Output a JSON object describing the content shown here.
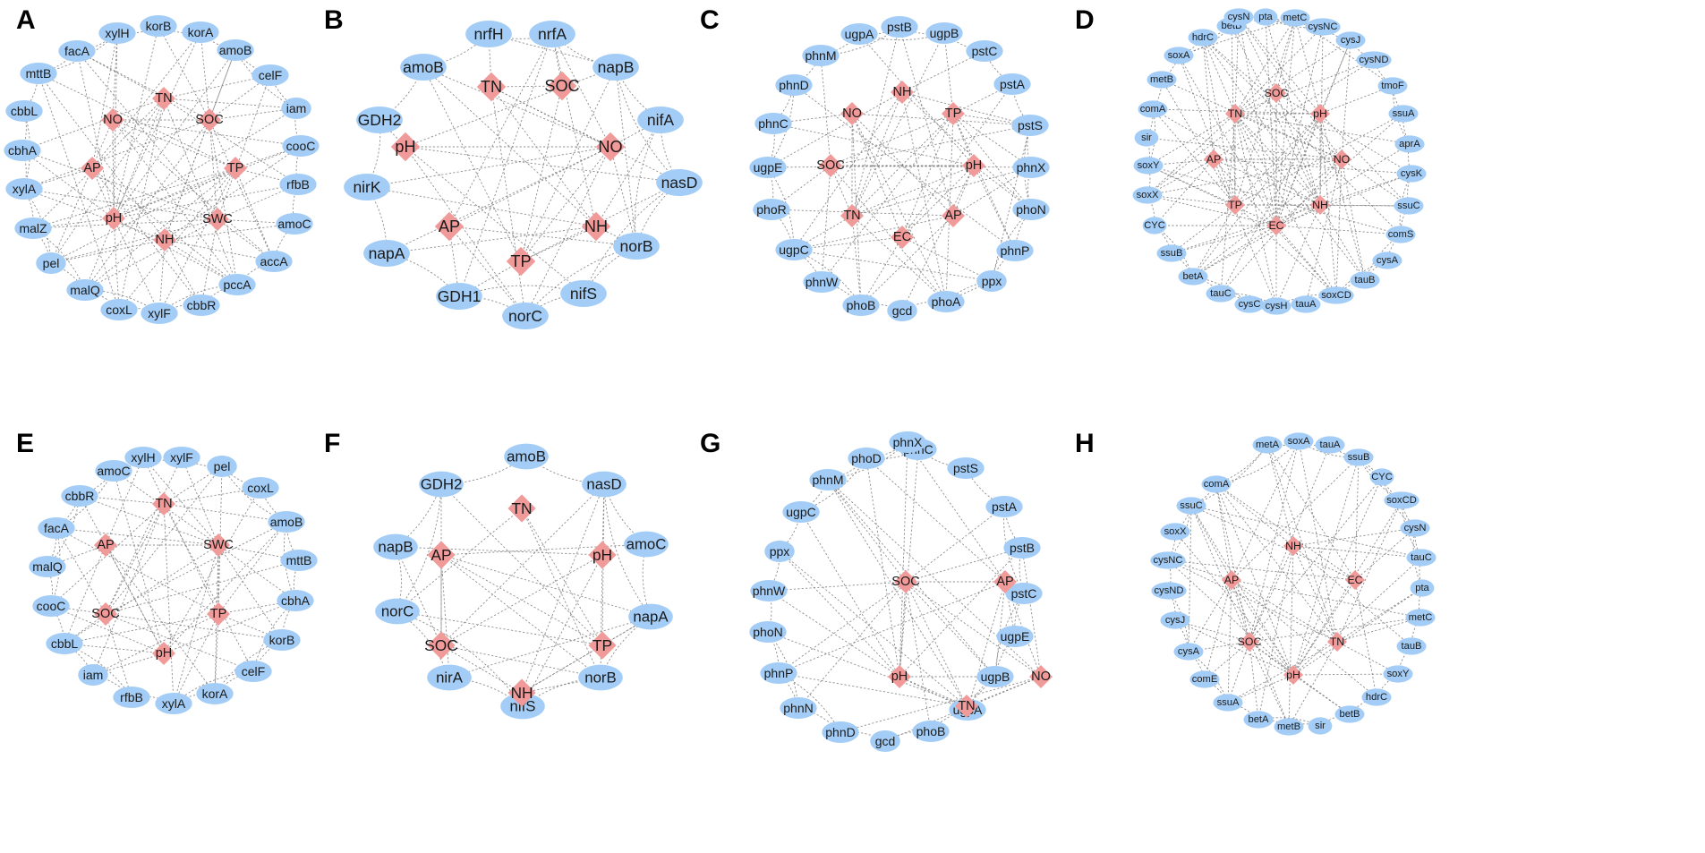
{
  "colors": {
    "gene": "#a3cdf6",
    "env": "#f19a9a",
    "edge": "#7a7a7a",
    "text": "#1a1a1a"
  },
  "panels": [
    {
      "label": "A",
      "genes": [
        "korB",
        "korA",
        "amoB",
        "celF",
        "iam",
        "cooC",
        "rfbB",
        "amoC",
        "accA",
        "pccA",
        "cbbR",
        "xylF",
        "coxL",
        "malQ",
        "pel",
        "malZ",
        "xylA",
        "cbhA",
        "cbbL",
        "mttB",
        "facA",
        "xylH"
      ],
      "env": [
        "NO",
        "TN",
        "SOC",
        "AP",
        "TP",
        "pH",
        "SWC",
        "NH"
      ],
      "node_labels": []
    },
    {
      "label": "B",
      "genes": [
        "nrfA",
        "napB",
        "nifA",
        "nasD",
        "norB",
        "nifS",
        "norC",
        "GDH1",
        "napA",
        "nirK",
        "GDH2",
        "amoB",
        "nrfH"
      ],
      "env": [
        "TN",
        "SOC",
        "pH",
        "NO",
        "AP",
        "NH",
        "TP"
      ],
      "node_labels": []
    },
    {
      "label": "C",
      "genes": [
        "pstB",
        "ugpB",
        "pstC",
        "pstA",
        "pstS",
        "phnX",
        "phoN",
        "phnP",
        "ppx",
        "phoA",
        "gcd",
        "phoB",
        "phnW",
        "ugpC",
        "phoR",
        "ugpE",
        "phnC",
        "phnD",
        "phnM",
        "ugpA"
      ],
      "env": [
        "NH",
        "NO",
        "TP",
        "SOC",
        "pH",
        "TN",
        "AP",
        "EC"
      ],
      "node_labels": []
    },
    {
      "label": "D",
      "genes": [
        "pta",
        "metC",
        "cysNC",
        "cysJ",
        "cysND",
        "tmoF",
        "ssuA",
        "aprA",
        "cysK",
        "ssuC",
        "comS",
        "cysA",
        "tauB",
        "soxCD",
        "tauA",
        "cysH",
        "cysC",
        "tauC",
        "betA",
        "ssuB",
        "CYC",
        "soxX",
        "soxY",
        "sir",
        "comA",
        "metB",
        "soxA",
        "hdrC",
        "betB",
        "cysN"
      ],
      "env": [
        "SOC",
        "TN",
        "pH",
        "AP",
        "NO",
        "TP",
        "NH",
        "EC"
      ],
      "node_labels": []
    },
    {
      "label": "E",
      "genes": [
        "xylF",
        "pel",
        "coxL",
        "amoB",
        "mttB",
        "cbhA",
        "korB",
        "celF",
        "korA",
        "xylA",
        "rfbB",
        "iam",
        "cbbL",
        "cooC",
        "malQ",
        "facA",
        "cbbR",
        "amoC",
        "xylH"
      ],
      "env": [
        "TN",
        "AP",
        "SWC",
        "SOC",
        "TP",
        "pH"
      ],
      "node_labels": []
    },
    {
      "label": "F",
      "genes": [
        "amoB",
        "nasD",
        "amoC",
        "napA",
        "norB",
        "nifS",
        "nirA",
        "norC",
        "napB",
        "GDH2"
      ],
      "env": [
        "TN",
        "AP",
        "pH",
        "SOC",
        "TP",
        "NH"
      ],
      "node_labels": []
    },
    {
      "label": "G",
      "genes": [
        "phnC",
        "pstS",
        "pstA",
        "pstB",
        "pstC",
        "ugpE",
        "ugpB",
        "ugpA",
        "phoB",
        "gcd",
        "phnD",
        "phnN",
        "phnP",
        "phoN",
        "phnW",
        "ppx",
        "ugpC",
        "phnM",
        "phoD",
        "phnX"
      ],
      "env": [
        "SOC",
        "AP",
        "pH",
        "NO",
        "TN"
      ],
      "node_labels": []
    },
    {
      "label": "H",
      "genes": [
        "soxA",
        "tauA",
        "ssuB",
        "CYC",
        "soxCD",
        "cysN",
        "tauC",
        "pta",
        "metC",
        "tauB",
        "soxY",
        "hdrC",
        "betB",
        "sir",
        "metB",
        "betA",
        "ssuA",
        "comE",
        "cysA",
        "cysJ",
        "cysND",
        "cysNC",
        "soxX",
        "ssuC",
        "comA",
        "metA"
      ],
      "env": [
        "NH",
        "AP",
        "EC",
        "SOC",
        "TN",
        "pH"
      ],
      "node_labels": []
    }
  ]
}
